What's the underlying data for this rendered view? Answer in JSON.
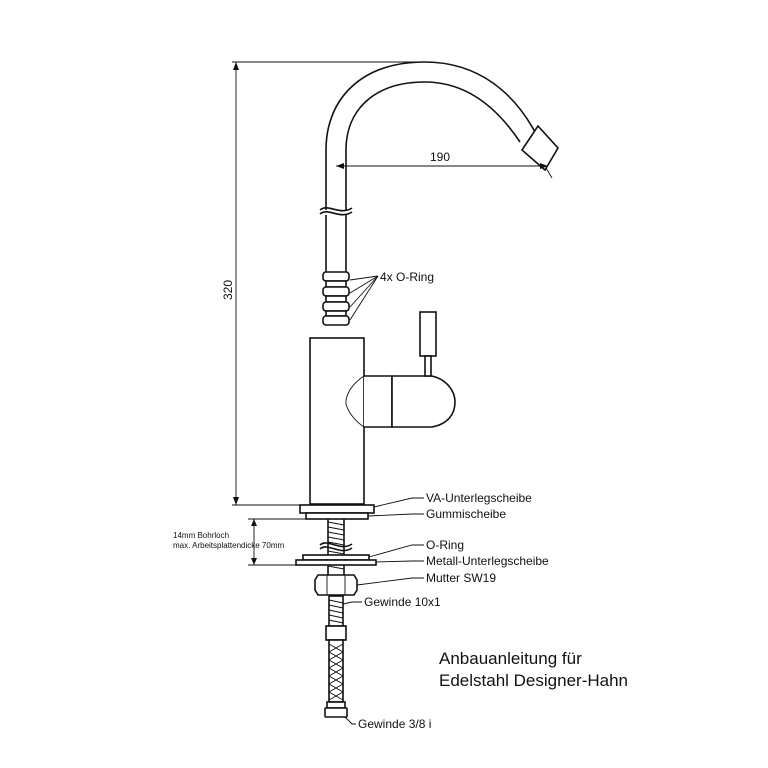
{
  "dimensions": {
    "height": "320",
    "reach": "190"
  },
  "callouts": {
    "o_rings": "4x O-Ring",
    "va_washer": "VA-Unterlegscheibe",
    "rubber_washer": "Gummischeibe",
    "o_ring": "O-Ring",
    "metal_washer": "Metall-Unterlegscheibe",
    "nut": "Mutter SW19",
    "thread_top": "Gewinde 10x1",
    "thread_bottom": "Gewinde 3/8 i"
  },
  "mounting": {
    "hole": "14mm Bohrloch",
    "max_thickness": "max. Arbeitsplattendicke 70mm"
  },
  "title": {
    "line1": "Anbauanleitung für",
    "line2": "Edelstahl Designer-Hahn"
  }
}
